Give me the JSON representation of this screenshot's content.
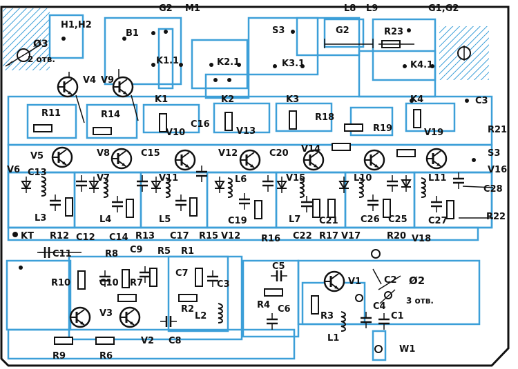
{
  "hole_notes": {
    "left_dia": "Ø3",
    "left_count": "2 отв.",
    "right_dia": "Ø2",
    "right_count": "3 отв."
  },
  "labels": [
    {
      "id": "lbl-h1h2",
      "t": "H1,H2"
    },
    {
      "id": "lbl-g2-top",
      "t": "G2"
    },
    {
      "id": "lbl-m1",
      "t": "M1"
    },
    {
      "id": "lbl-b1",
      "t": "B1"
    },
    {
      "id": "lbl-s3-top",
      "t": "S3"
    },
    {
      "id": "lbl-l8",
      "t": "L8"
    },
    {
      "id": "lbl-l9",
      "t": "L9"
    },
    {
      "id": "lbl-g1g2",
      "t": "G1,G2"
    },
    {
      "id": "lbl-g2-mid",
      "t": "G2"
    },
    {
      "id": "lbl-r23",
      "t": "R23"
    },
    {
      "id": "lbl-k1-1",
      "t": "K1.1"
    },
    {
      "id": "lbl-k2-1",
      "t": "K2.1"
    },
    {
      "id": "lbl-k3-1",
      "t": "K3.1"
    },
    {
      "id": "lbl-k4-1",
      "t": "K4.1"
    },
    {
      "id": "lbl-v4",
      "t": "V4"
    },
    {
      "id": "lbl-v9",
      "t": "V9"
    },
    {
      "id": "lbl-k1",
      "t": "K1"
    },
    {
      "id": "lbl-k2",
      "t": "K2"
    },
    {
      "id": "lbl-k3",
      "t": "K3"
    },
    {
      "id": "lbl-k4",
      "t": "K4"
    },
    {
      "id": "lbl-c3-top",
      "t": "C3"
    },
    {
      "id": "lbl-r11",
      "t": "R11"
    },
    {
      "id": "lbl-r14",
      "t": "R14"
    },
    {
      "id": "lbl-r18",
      "t": "R18"
    },
    {
      "id": "lbl-r19",
      "t": "R19"
    },
    {
      "id": "lbl-r21",
      "t": "R21"
    },
    {
      "id": "lbl-c16",
      "t": "C16"
    },
    {
      "id": "lbl-v10",
      "t": "V10"
    },
    {
      "id": "lbl-v13",
      "t": "V13"
    },
    {
      "id": "lbl-v19",
      "t": "V19"
    },
    {
      "id": "lbl-s3-right",
      "t": "S3"
    },
    {
      "id": "lbl-v5",
      "t": "V5"
    },
    {
      "id": "lbl-v8",
      "t": "V8"
    },
    {
      "id": "lbl-c15",
      "t": "C15"
    },
    {
      "id": "lbl-v12a",
      "t": "V12"
    },
    {
      "id": "lbl-c20",
      "t": "C20"
    },
    {
      "id": "lbl-v14",
      "t": "V14"
    },
    {
      "id": "lbl-v16",
      "t": "V16"
    },
    {
      "id": "lbl-c13",
      "t": "C13"
    },
    {
      "id": "lbl-v7",
      "t": "V7"
    },
    {
      "id": "lbl-v11",
      "t": "V11"
    },
    {
      "id": "lbl-l6",
      "t": "L6"
    },
    {
      "id": "lbl-v15",
      "t": "V15"
    },
    {
      "id": "lbl-l10",
      "t": "L10"
    },
    {
      "id": "lbl-l11",
      "t": "L11"
    },
    {
      "id": "lbl-c28",
      "t": "C28"
    },
    {
      "id": "lbl-v6",
      "t": "V6"
    },
    {
      "id": "lbl-l3",
      "t": "L3"
    },
    {
      "id": "lbl-l4",
      "t": "L4"
    },
    {
      "id": "lbl-l5",
      "t": "L5"
    },
    {
      "id": "lbl-c19",
      "t": "C19"
    },
    {
      "id": "lbl-l7",
      "t": "L7"
    },
    {
      "id": "lbl-c21",
      "t": "C21"
    },
    {
      "id": "lbl-c26",
      "t": "C26"
    },
    {
      "id": "lbl-c25",
      "t": "C25"
    },
    {
      "id": "lbl-c27",
      "t": "C27"
    },
    {
      "id": "lbl-r22",
      "t": "R22"
    },
    {
      "id": "lbl-r12",
      "t": "R12"
    },
    {
      "id": "lbl-c12",
      "t": "C12"
    },
    {
      "id": "lbl-c14",
      "t": "C14"
    },
    {
      "id": "lbl-r13",
      "t": "R13"
    },
    {
      "id": "lbl-c17",
      "t": "C17"
    },
    {
      "id": "lbl-r15",
      "t": "R15"
    },
    {
      "id": "lbl-v12b",
      "t": "V12"
    },
    {
      "id": "lbl-r16",
      "t": "R16"
    },
    {
      "id": "lbl-c22",
      "t": "C22"
    },
    {
      "id": "lbl-r17",
      "t": "R17"
    },
    {
      "id": "lbl-v17",
      "t": "V17"
    },
    {
      "id": "lbl-r20",
      "t": "R20"
    },
    {
      "id": "lbl-v18",
      "t": "V18"
    },
    {
      "id": "lbl-kt",
      "t": "KT"
    },
    {
      "id": "lbl-c11",
      "t": "C11"
    },
    {
      "id": "lbl-c9",
      "t": "C9"
    },
    {
      "id": "lbl-r5",
      "t": "R5"
    },
    {
      "id": "lbl-r1",
      "t": "R1"
    },
    {
      "id": "lbl-r8",
      "t": "R8"
    },
    {
      "id": "lbl-r10",
      "t": "R10"
    },
    {
      "id": "lbl-c10",
      "t": "C10"
    },
    {
      "id": "lbl-r7",
      "t": "R7"
    },
    {
      "id": "lbl-c7",
      "t": "C7"
    },
    {
      "id": "lbl-c3-bot",
      "t": "C3"
    },
    {
      "id": "lbl-r2",
      "t": "R2"
    },
    {
      "id": "lbl-l2",
      "t": "L2"
    },
    {
      "id": "lbl-v3",
      "t": "V3"
    },
    {
      "id": "lbl-v2",
      "t": "V2"
    },
    {
      "id": "lbl-c8",
      "t": "C8"
    },
    {
      "id": "lbl-r9",
      "t": "R9"
    },
    {
      "id": "lbl-r6",
      "t": "R6"
    },
    {
      "id": "lbl-c5",
      "t": "C5"
    },
    {
      "id": "lbl-v1",
      "t": "V1"
    },
    {
      "id": "lbl-c2",
      "t": "C2"
    },
    {
      "id": "lbl-r4",
      "t": "R4"
    },
    {
      "id": "lbl-c6",
      "t": "C6"
    },
    {
      "id": "lbl-r3",
      "t": "R3"
    },
    {
      "id": "lbl-c4",
      "t": "C4"
    },
    {
      "id": "lbl-c1",
      "t": "C1"
    },
    {
      "id": "lbl-l1",
      "t": "L1"
    },
    {
      "id": "lbl-w1",
      "t": "W1"
    }
  ],
  "colors": {
    "board_outline": "#111111",
    "conductor": "#3c9fd8",
    "component": "#111111",
    "hatch": "#3c9fd8"
  }
}
